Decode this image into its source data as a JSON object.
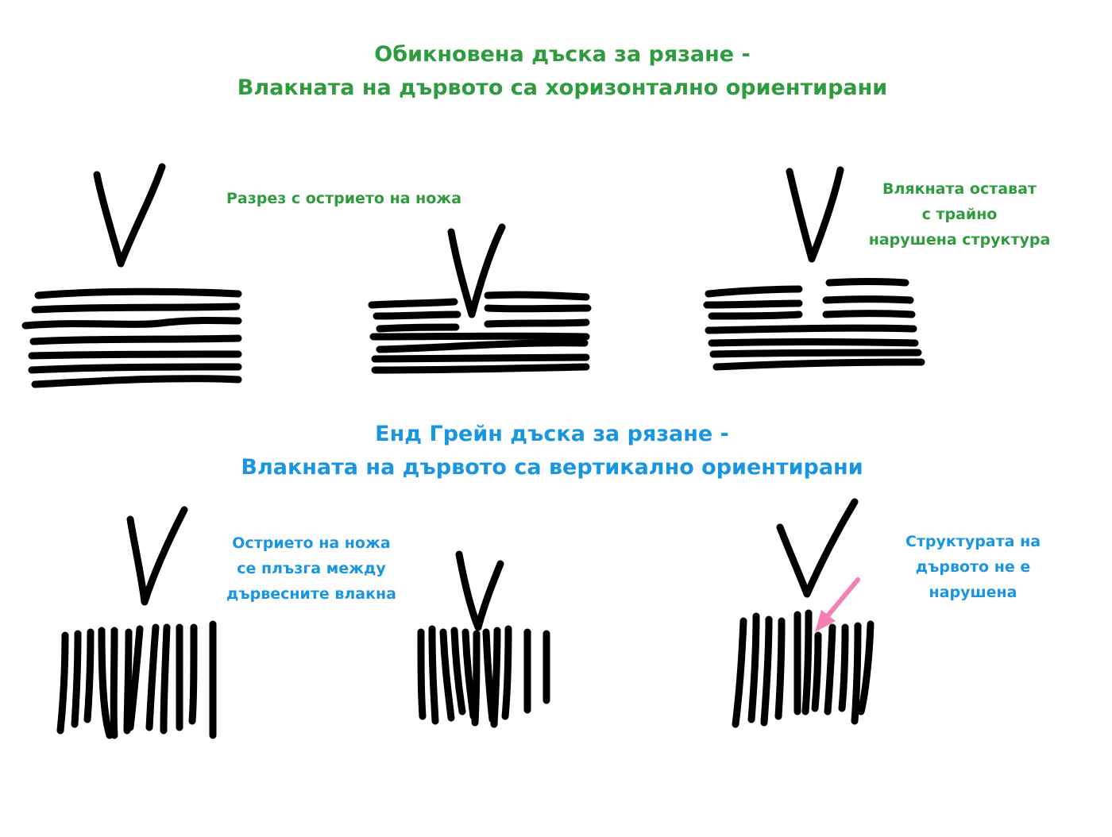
{
  "colors": {
    "green_text": "#2e9b3e",
    "blue_text": "#1a96e0",
    "ink": "#000000",
    "arrow": "#f47fb4"
  },
  "top_section": {
    "title_line1": "Обикновена дъска за рязане -",
    "title_line2": "Влакната на дървото са хоризонтално ориентирани",
    "label_cut": "Разрез с острието на ножа",
    "label_damaged_line1": "Влякната остават",
    "label_damaged_line2": "с трайно",
    "label_damaged_line3": "нарушена структура"
  },
  "bottom_section": {
    "title_line1": "Енд Грейн дъска за рязане -",
    "title_line2": "Влакната на дървото са вертикално ориентирани",
    "label_slide_line1": "Острието на ножа",
    "label_slide_line2": "се плъзга между",
    "label_slide_line3": "дървесните влакна",
    "label_intact_line1": "Структурата на",
    "label_intact_line2": "дървото не е",
    "label_intact_line3": "нарушена"
  },
  "icons": [
    "knife-blade-icon",
    "wood-fibers-icon",
    "pointer-arrow-icon"
  ]
}
